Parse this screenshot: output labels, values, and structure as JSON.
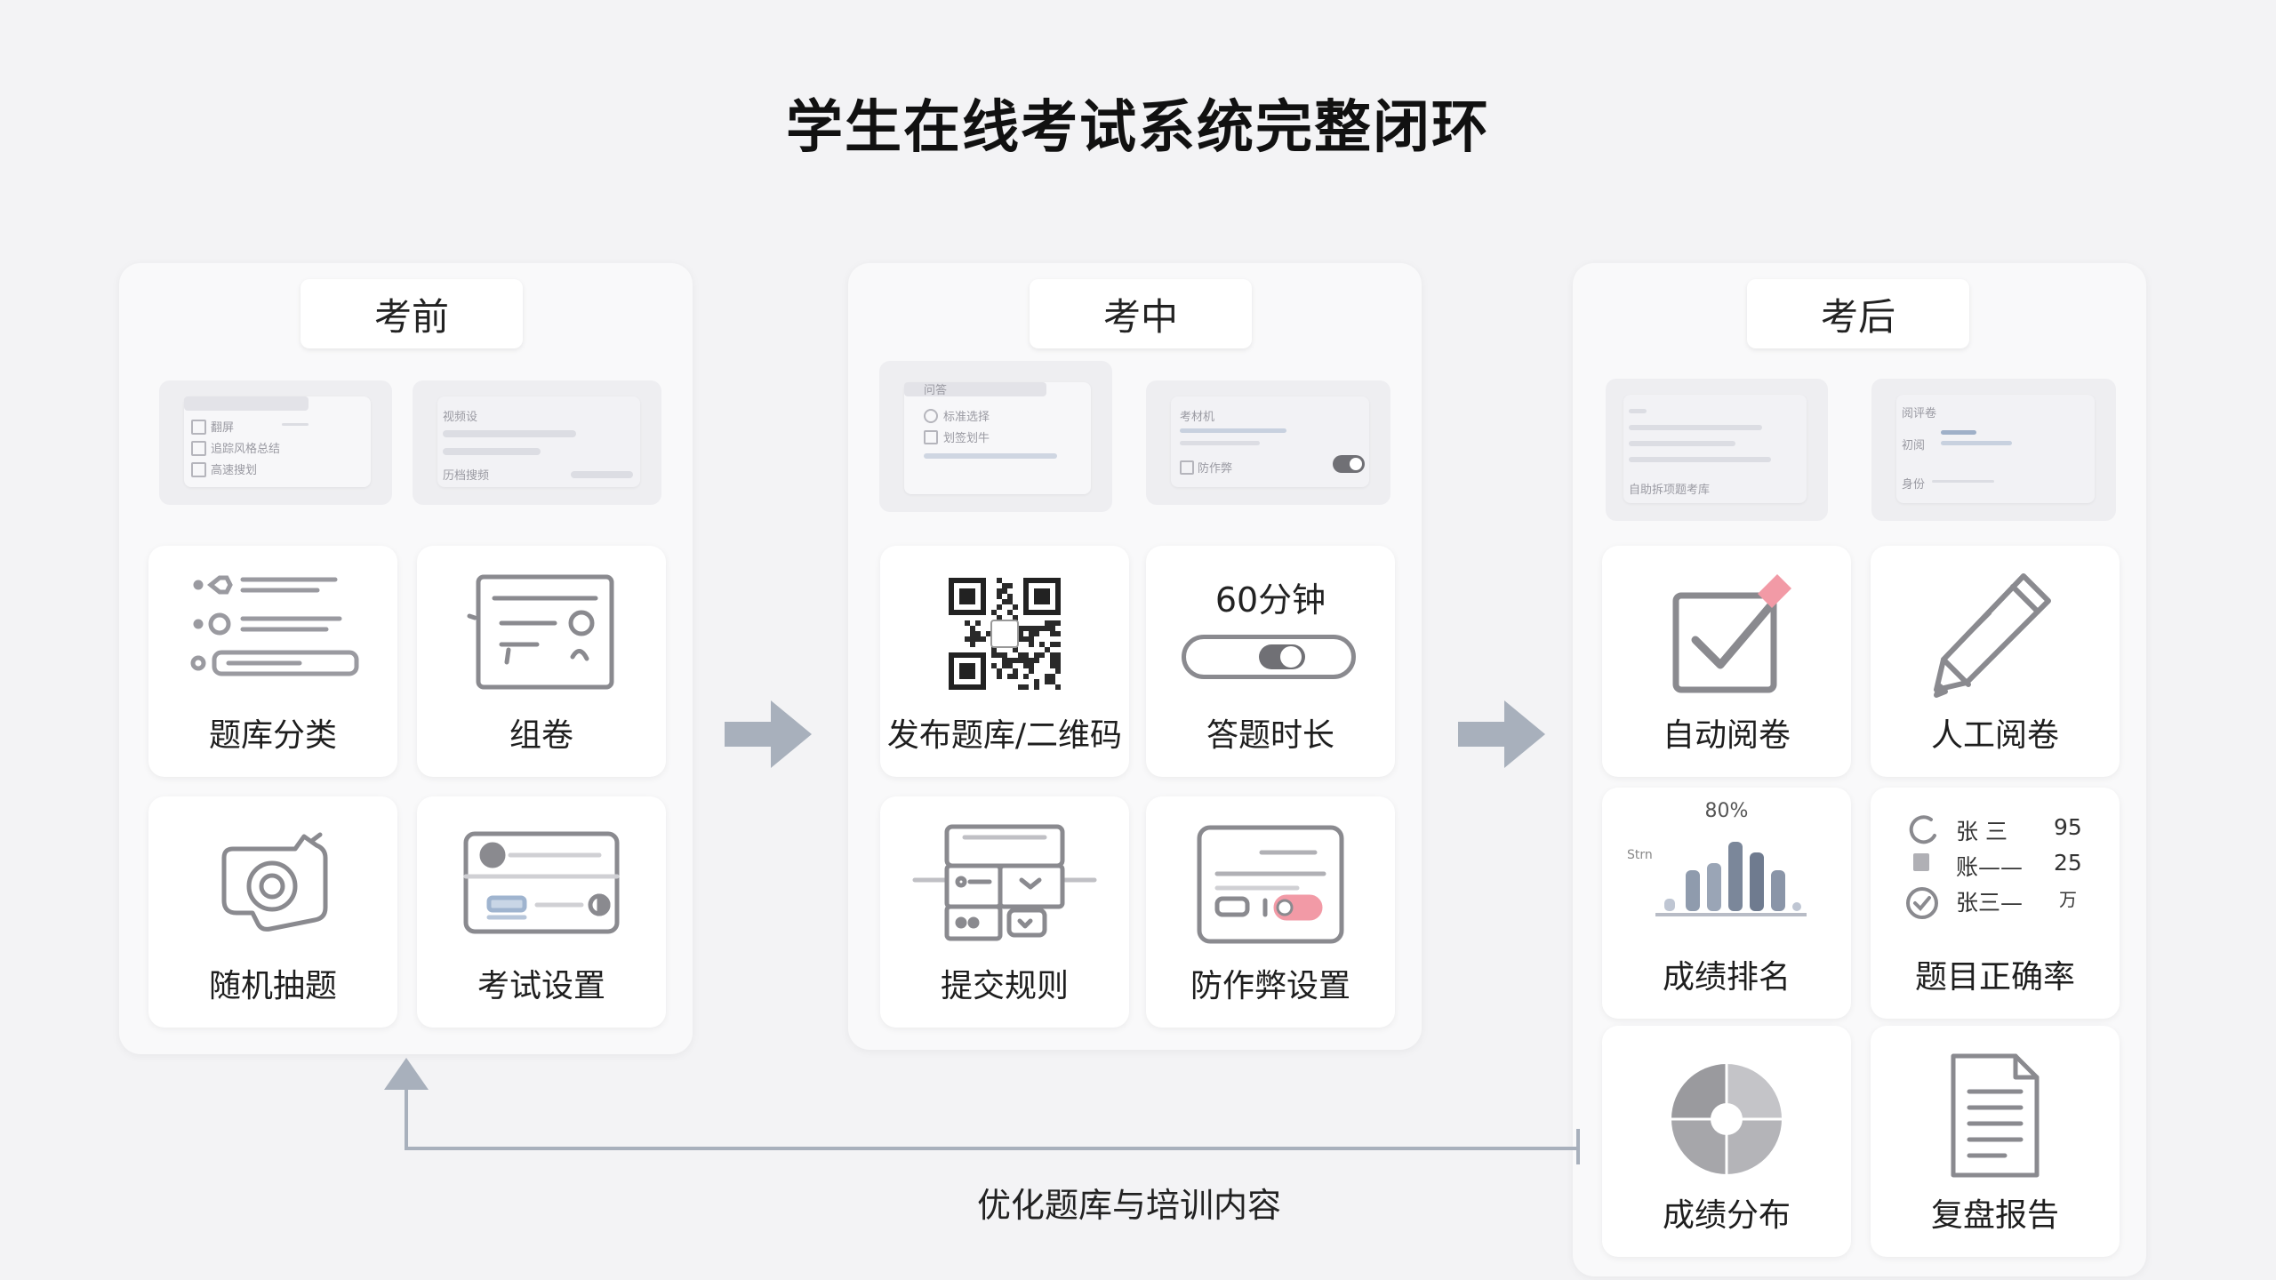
{
  "title": "学生在线考试系统完整闭环",
  "colors": {
    "accent_pink": "#f29aa6",
    "icon_gray": "#8a8a8f",
    "bar_blue": "#7b879a"
  },
  "phases": [
    {
      "label": "考前",
      "preview_left": {
        "lines": [
          "翻屏",
          "追踪风格总结",
          "高速搜划"
        ]
      },
      "preview_right": {
        "lines": [
          "视频设",
          "历档搜频"
        ]
      },
      "cards": [
        {
          "label": "题库分类",
          "icon": "list-category-icon"
        },
        {
          "label": "组卷",
          "icon": "paper-compose-icon"
        },
        {
          "label": "随机抽题",
          "icon": "random-draw-icon"
        },
        {
          "label": "考试设置",
          "icon": "exam-settings-icon"
        }
      ]
    },
    {
      "label": "考中",
      "preview_left": {
        "lines": [
          "问答",
          "标准选择",
          "划签划牛"
        ]
      },
      "preview_right": {
        "lines": [
          "考材机",
          "防作弊"
        ]
      },
      "cards": [
        {
          "label": "发布题库/二维码",
          "icon": "qr-code-icon"
        },
        {
          "label": "答题时长",
          "icon": "timer-toggle-icon",
          "value": "60分钟"
        },
        {
          "label": "提交规则",
          "icon": "submit-rules-icon"
        },
        {
          "label": "防作弊设置",
          "icon": "anti-cheat-icon"
        }
      ]
    },
    {
      "label": "考后",
      "preview_left": {
        "lines": [
          "自助拆项题考库"
        ]
      },
      "preview_right": {
        "lines": [
          "阅评卷",
          "初阅",
          "身份"
        ]
      },
      "cards": [
        {
          "label": "自动阅卷",
          "icon": "auto-grade-icon"
        },
        {
          "label": "人工阅卷",
          "icon": "pencil-icon"
        },
        {
          "label": "成绩排名",
          "icon": "bar-chart-icon",
          "percent": "80%",
          "axis": "Strn"
        },
        {
          "label": "题目正确率",
          "icon": "accuracy-list-icon",
          "rows": [
            {
              "name": "张 三",
              "value": "95"
            },
            {
              "name": "账——",
              "value": "25"
            },
            {
              "name": "张三—",
              "value": "万"
            }
          ]
        },
        {
          "label": "成绩分布",
          "icon": "pie-chart-icon"
        },
        {
          "label": "复盘报告",
          "icon": "report-doc-icon"
        }
      ]
    }
  ],
  "feedback": {
    "label": "优化题库与培训内容"
  }
}
